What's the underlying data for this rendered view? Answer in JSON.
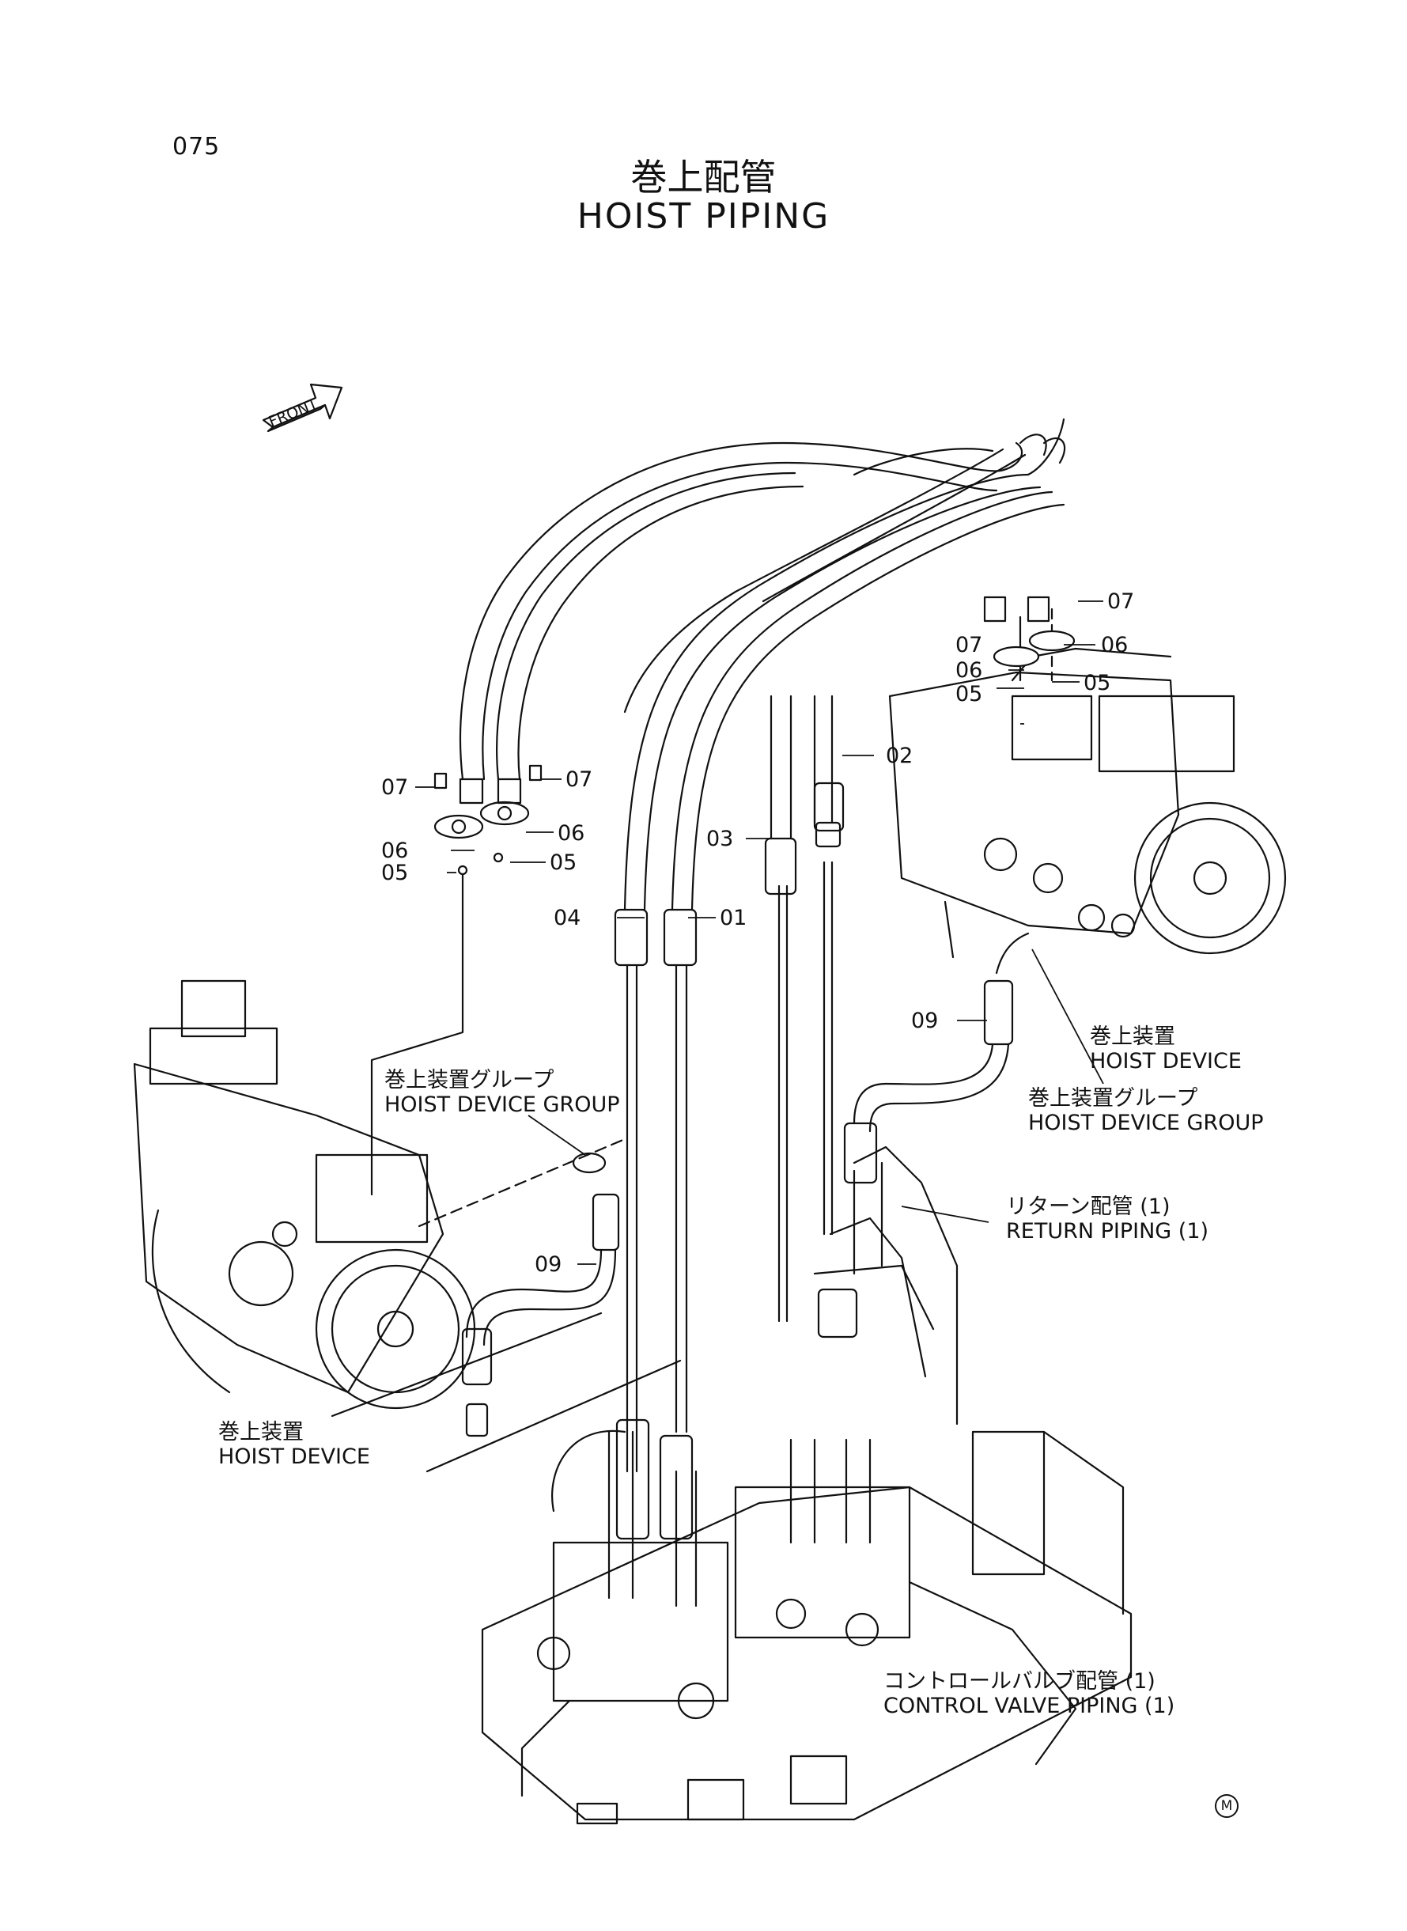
{
  "page": {
    "number": "075",
    "title_jp": "巻上配管",
    "title_en": "HOIST PIPING",
    "mark": "M"
  },
  "front_arrow": {
    "label": "FRONT"
  },
  "part_numbers": {
    "p01": "01",
    "p02": "02",
    "p03": "03",
    "p04": "04",
    "p05a": "05",
    "p05b": "05",
    "p05c": "05",
    "p05d": "05",
    "p06a": "06",
    "p06b": "06",
    "p06c": "06",
    "p06d": "06",
    "p07a": "07",
    "p07b": "07",
    "p07c": "07",
    "p07d": "07",
    "p09a": "09",
    "p09b": "09"
  },
  "labels": {
    "hoist_device_right": {
      "jp": "巻上装置",
      "en": "HOIST DEVICE"
    },
    "hoist_device_group_right": {
      "jp": "巻上装置グループ",
      "en": "HOIST DEVICE GROUP"
    },
    "hoist_device_group_left": {
      "jp": "巻上装置グループ",
      "en": "HOIST DEVICE GROUP"
    },
    "return_piping": {
      "jp": "リターン配管 (1)",
      "en": "RETURN PIPING (1)"
    },
    "hoist_device_left": {
      "jp": "巻上装置",
      "en": "HOIST DEVICE"
    },
    "control_valve_piping": {
      "jp": "コントロールバルブ配管 (1)",
      "en": "CONTROL VALVE PIPING (1)"
    }
  }
}
